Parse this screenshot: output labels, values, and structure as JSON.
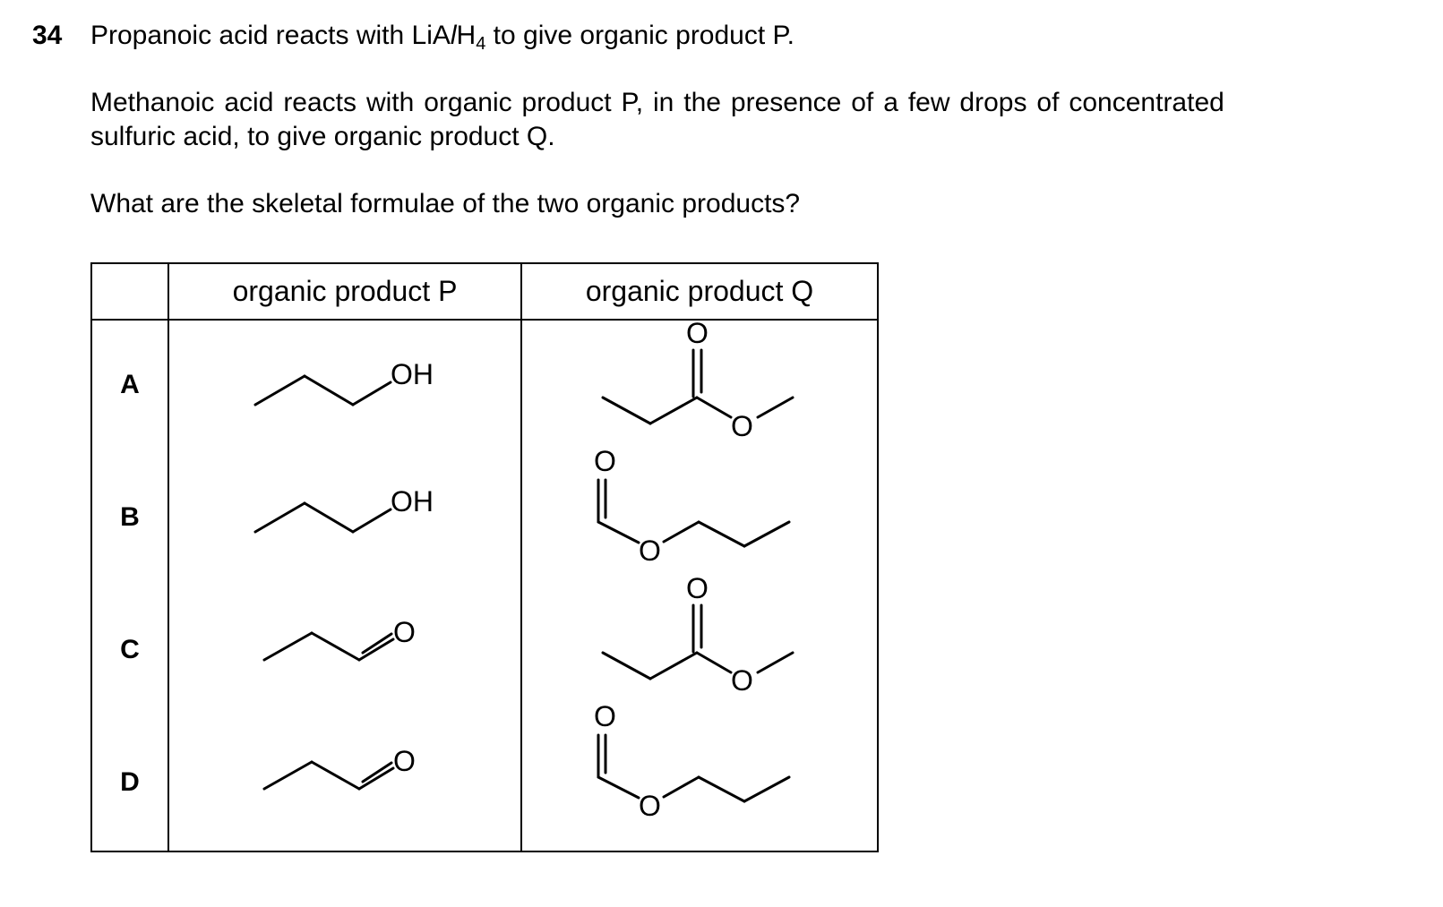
{
  "question": {
    "number": "34",
    "line1_part1": "Propanoic acid reacts with LiA",
    "line1_l": "l",
    "line1_H": "H",
    "line1_sub": "4",
    "line1_part2": " to give organic product P.",
    "line2": "Methanoic acid reacts with organic product P, in the presence of a few drops of concentrated",
    "line3": "sulfuric acid, to give organic product Q.",
    "line4": "What are the skeletal formulae of the two organic products?"
  },
  "table": {
    "header_p": "organic product P",
    "header_q": "organic product Q",
    "rows": [
      {
        "letter": "A",
        "p_structure": "propan-1-ol",
        "q_structure": "ester-type-1"
      },
      {
        "letter": "B",
        "p_structure": "propan-1-ol",
        "q_structure": "propyl-methanoate"
      },
      {
        "letter": "C",
        "p_structure": "propanal",
        "q_structure": "ester-type-1"
      },
      {
        "letter": "D",
        "p_structure": "propanal",
        "q_structure": "propyl-methanoate"
      }
    ],
    "atom_labels": {
      "hydroxyl": "OH",
      "oxygen": "O"
    }
  }
}
